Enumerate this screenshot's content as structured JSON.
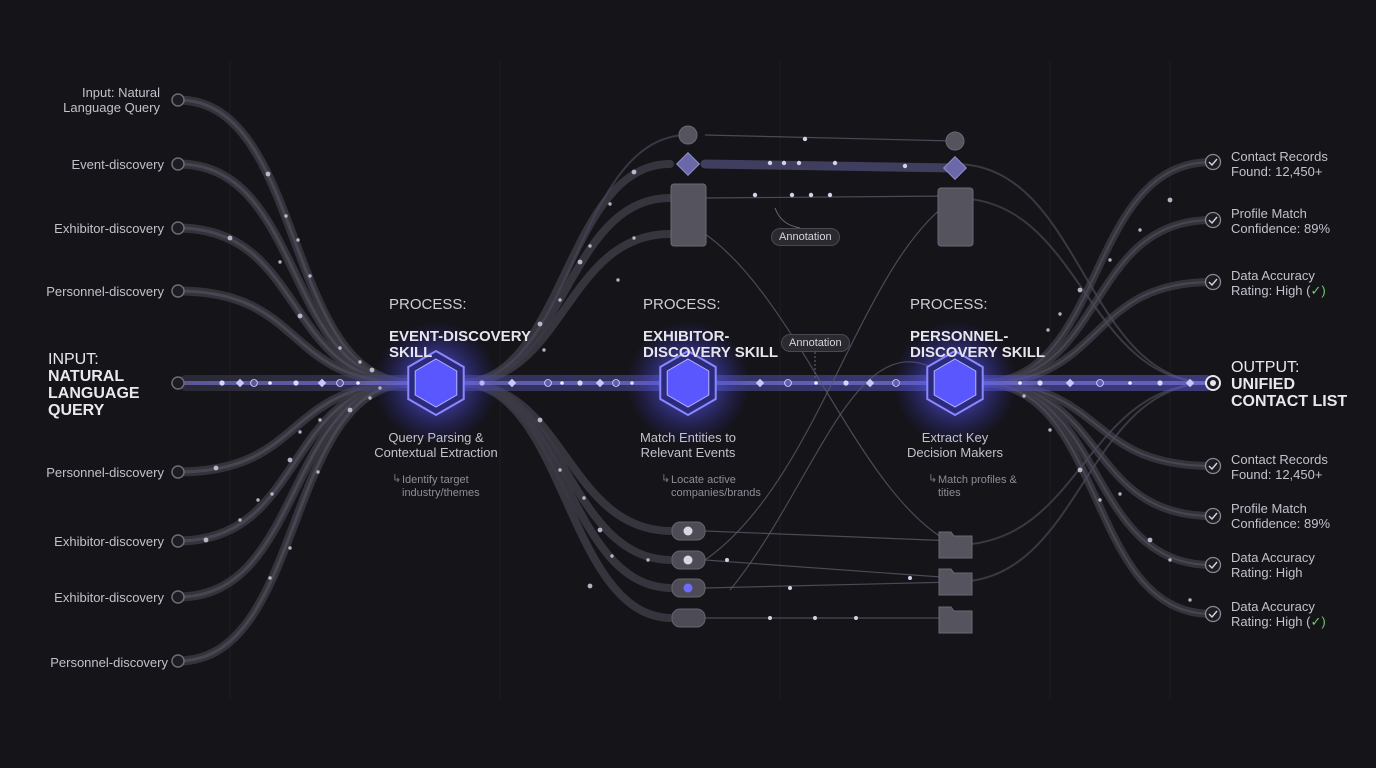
{
  "input": {
    "title_prefix": "INPUT:",
    "title_main": "NATURAL LANGUAGE QUERY",
    "sources_top": [
      "Input: Natural Language Query",
      "Event-discovery",
      "Exhibitor-discovery",
      "Personnel-discovery"
    ],
    "sources_bottom": [
      "Personnel-discovery",
      "Exhibitor-discovery",
      "Exhibitor-discovery",
      "Personnel-discovery"
    ]
  },
  "stages": [
    {
      "prefix": "PROCESS:",
      "name": "EVENT-DISCOVERY SKILL",
      "caption": "Query Parsing & Contextual Extraction",
      "detail": "Identify target industry/themes"
    },
    {
      "prefix": "PROCESS:",
      "name": "EXHIBITOR-DISCOVERY SKILL",
      "caption": "Match Entities to Relevant Events",
      "detail": "Locate active companies/brands"
    },
    {
      "prefix": "PROCESS:",
      "name": "PERSONNEL-DISCOVERY SKILL",
      "caption": "Extract Key Decision Makers",
      "detail": "Match profiles & tities"
    }
  ],
  "annotations": [
    "Annotation",
    "Annotation"
  ],
  "output": {
    "title_prefix": "OUTPUT:",
    "title_main": "UNIFIED CONTACT LIST",
    "results_top": [
      {
        "text": "Contact Records Found: 12,450+",
        "check": ""
      },
      {
        "text": "Profile Match Confidence: 89%",
        "check": ""
      },
      {
        "text": "Data Accuracy Rating: High (",
        "check": "✓)"
      }
    ],
    "results_bottom": [
      {
        "text": "Contact Records Found: 12,450+",
        "check": ""
      },
      {
        "text": "Profile Match Confidence: 89%",
        "check": ""
      },
      {
        "text": "Data Accuracy Rating: High",
        "check": ""
      },
      {
        "text": "Data Accuracy Rating: High (",
        "check": "✓)"
      }
    ]
  },
  "colors": {
    "background": "#151419",
    "accent": "#6e6cff",
    "node": "#5b5968",
    "check": "#6fcf6a"
  }
}
